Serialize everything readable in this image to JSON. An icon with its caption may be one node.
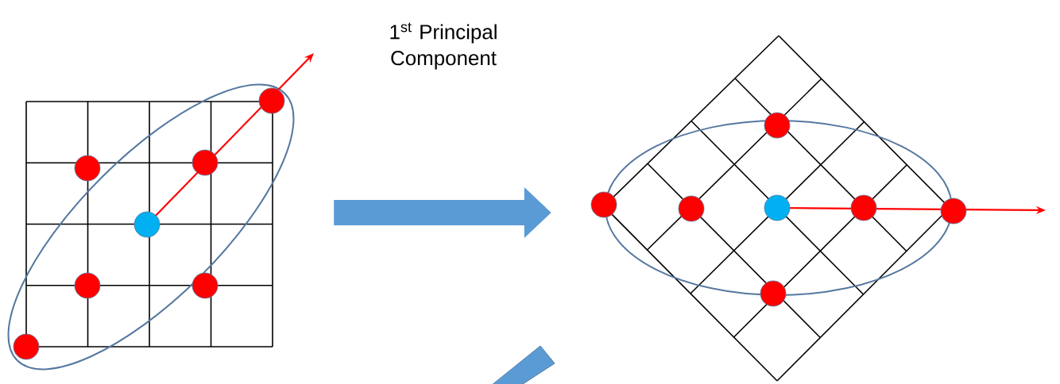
{
  "diagram": {
    "nodes": [
      {
        "text": [],
        "shape": "picture"
      },
      {
        "text": [],
        "shape": "picture"
      }
    ],
    "edges": [
      {
        "from": 0,
        "to": 1,
        "arrow": "to"
      }
    ],
    "labels": [
      "1$^{st}$ Principal Component"
    ]
  }
}
